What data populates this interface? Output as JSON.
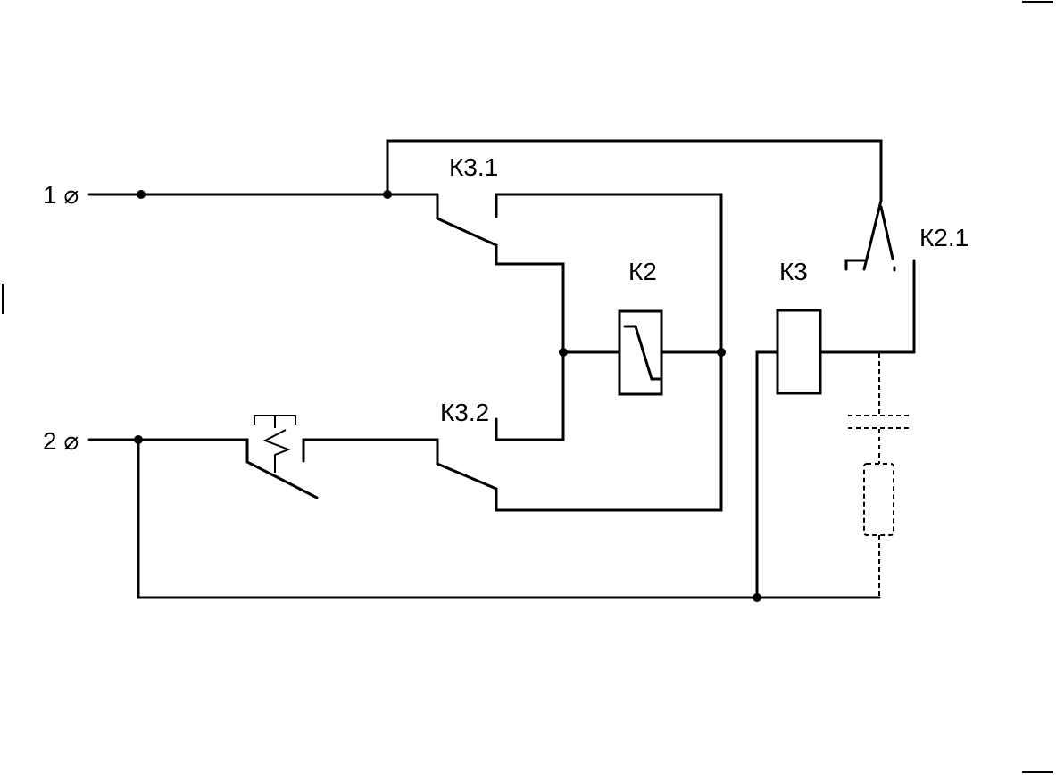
{
  "terminals": {
    "t1": "1 ⌀",
    "t2": "2 ⌀"
  },
  "labels": {
    "k3_1": "К3.1",
    "k3_2": "К3.2",
    "k2": "К2",
    "k3": "К3",
    "k2_1": "К2.1"
  }
}
